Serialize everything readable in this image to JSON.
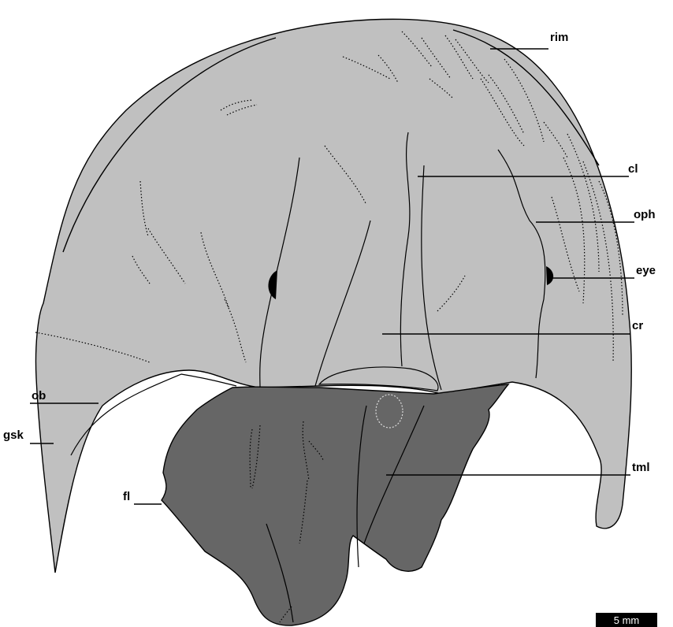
{
  "colors": {
    "cephalon": "#c0c0c0",
    "hypostome": "#666666",
    "outline": "#000000",
    "eye": "#000000",
    "background": "#ffffff"
  },
  "labels": {
    "rim": "rim",
    "cl": "cl",
    "oph": "oph",
    "eye": "eye",
    "cr": "cr",
    "ob": "ob",
    "gsk": "gsk",
    "tml": "tml",
    "fl": "fl"
  },
  "scale_bar": {
    "label": "5 mm"
  }
}
